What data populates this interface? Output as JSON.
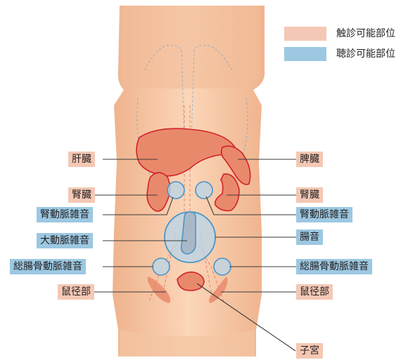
{
  "legend": {
    "palpation": "触診可能部位",
    "auscultation": "聴診可能部位"
  },
  "colors": {
    "palpation": "#f4c8b4",
    "auscultation": "#9cc8e2",
    "organ_fill": "#e9896b",
    "organ_stroke": "#d2232a",
    "auscultation_stroke": "#4a95c8",
    "torso": "#f8cba8"
  },
  "labels_left": {
    "liver": "肝臓",
    "kidney_left": "腎臓",
    "renal_bruit_left": "腎動脈雑音",
    "aortic_bruit": "大動脈雑音",
    "iliac_bruit_left": "総腸骨動脈雑音",
    "inguinal_left": "鼠径部"
  },
  "labels_right": {
    "spleen": "脾臓",
    "kidney_right": "腎臓",
    "renal_bruit_right": "腎動脈雑音",
    "bowel_sounds": "腸音",
    "iliac_bruit_right": "総腸骨動脈雑音",
    "inguinal_right": "鼠径部",
    "uterus": "子宮"
  }
}
